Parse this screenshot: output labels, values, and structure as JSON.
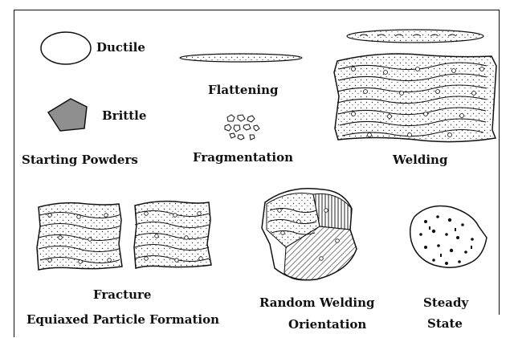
{
  "labels": {
    "ductile": "Ductile",
    "brittle": "Brittle",
    "starting_powders": "Starting Powders",
    "flattening": "Flattening",
    "fragmentation": "Fragmentation",
    "welding": "Welding",
    "fracture": "Fracture",
    "equiaxed": "Equiaxed Particle Formation",
    "random_welding_line1": "Random Welding",
    "random_welding_line2": "Orientation",
    "steady_line1": "Steady",
    "steady_line2": "State"
  },
  "colors": {
    "brittle_fill": "#8f8f8f",
    "stroke": "#111111",
    "background": "#ffffff"
  }
}
